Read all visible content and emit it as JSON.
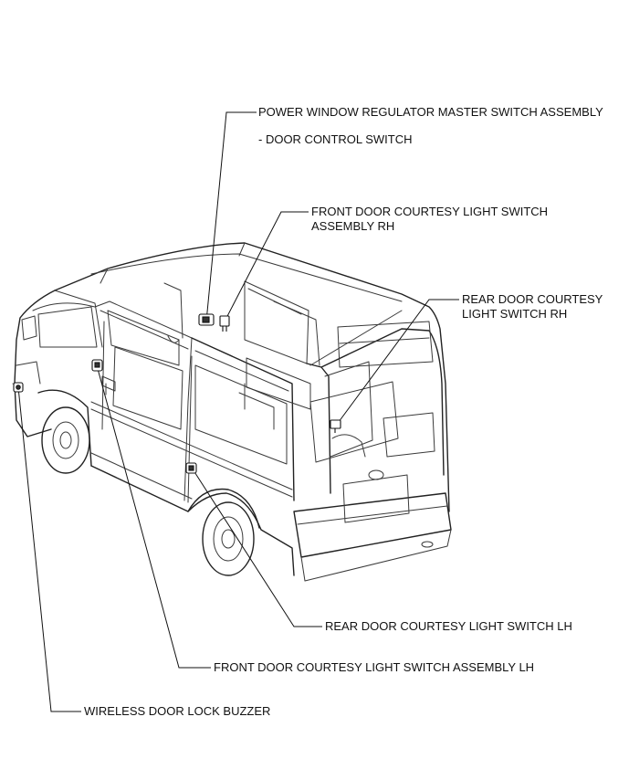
{
  "labels": {
    "pwr_master_switch": "POWER WINDOW REGULATOR MASTER SWITCH ASSEMBLY",
    "door_control_switch": "- DOOR CONTROL SWITCH",
    "front_rh_line1": "FRONT DOOR COURTESY LIGHT SWITCH",
    "front_rh_line2": "ASSEMBLY RH",
    "rear_rh_line1": "REAR DOOR COURTESY",
    "rear_rh_line2": "LIGHT SWITCH RH",
    "rear_lh": "REAR DOOR COURTESY LIGHT SWITCH LH",
    "front_lh": "FRONT DOOR COURTESY LIGHT SWITCH ASSEMBLY LH",
    "buzzer": "WIRELESS DOOR LOCK BUZZER"
  }
}
